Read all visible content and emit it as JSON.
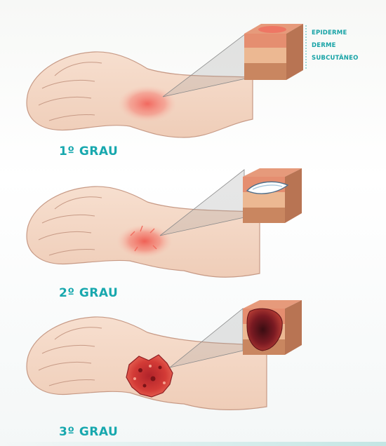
{
  "layers": {
    "epiderme": "EPIDERME",
    "derme": "DERME",
    "subcutaneo": "SUBCUTÂNEO"
  },
  "grades": [
    {
      "label": "1º GRAU"
    },
    {
      "label": "2º GRAU"
    },
    {
      "label": "3º GRAU"
    }
  ],
  "colors": {
    "label": "#18a8ae",
    "skin": "#f5d9c6",
    "epidermis": "#d9886a",
    "dermis": "#e9b28f",
    "subcutaneous": "#c98660",
    "burn": "#ee5a4f"
  }
}
